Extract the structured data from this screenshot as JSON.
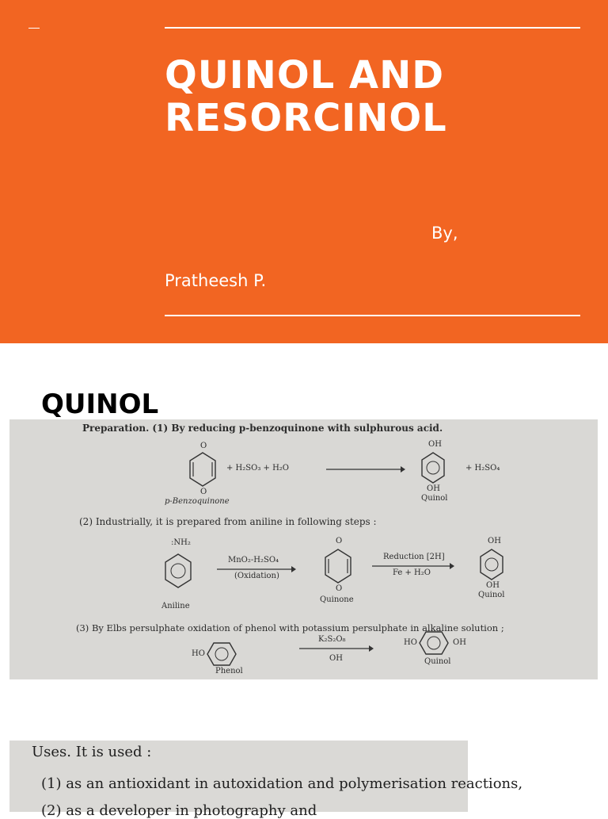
{
  "slide1": {
    "title_line1": "QUINOL AND",
    "title_line2": "RESORCINOL",
    "by": "By,",
    "author": "Pratheesh P."
  },
  "slide2": {
    "heading": "QUINOL",
    "photo1": {
      "preparation": "Preparation. (1) By reducing p-benzoquinone with sulphurous acid.",
      "eq1_reagents": "+ H₂SO₃ + H₂O",
      "eq1_product_extra": "+ H₂SO₄",
      "label_benzoquinone": "p-Benzoquinone",
      "oh_top": "OH",
      "oh_bottom": "OH",
      "o_top": "O",
      "o_bottom": "O",
      "label_quinol": "Quinol",
      "step2": "(2) Industrially, it is prepared from aniline in following steps :",
      "nh2": ":NH₂",
      "reagent_mno2": "MnO₂-H₂SO₄",
      "oxidation": "(Oxidation)",
      "reduction": "Reduction [2H]",
      "fe_h2o": "Fe + H₂O",
      "label_aniline": "Aniline",
      "label_quinone": "Quinone",
      "step3": "(3) By Elbs persulphate oxidation of phenol with potassium persulphate in alkaline solution ;",
      "k2s2o8": "K₂S₂O₈",
      "oh_minus": "OH",
      "ho": "HO",
      "oh": "OH",
      "label_phenol": "Phenol"
    },
    "photo2": {
      "uses": "Uses. It is used :",
      "use1": "(1) as an antioxidant in autoxidation and polymerisation reactions,",
      "use2": "(2) as a developer in photography and"
    }
  }
}
